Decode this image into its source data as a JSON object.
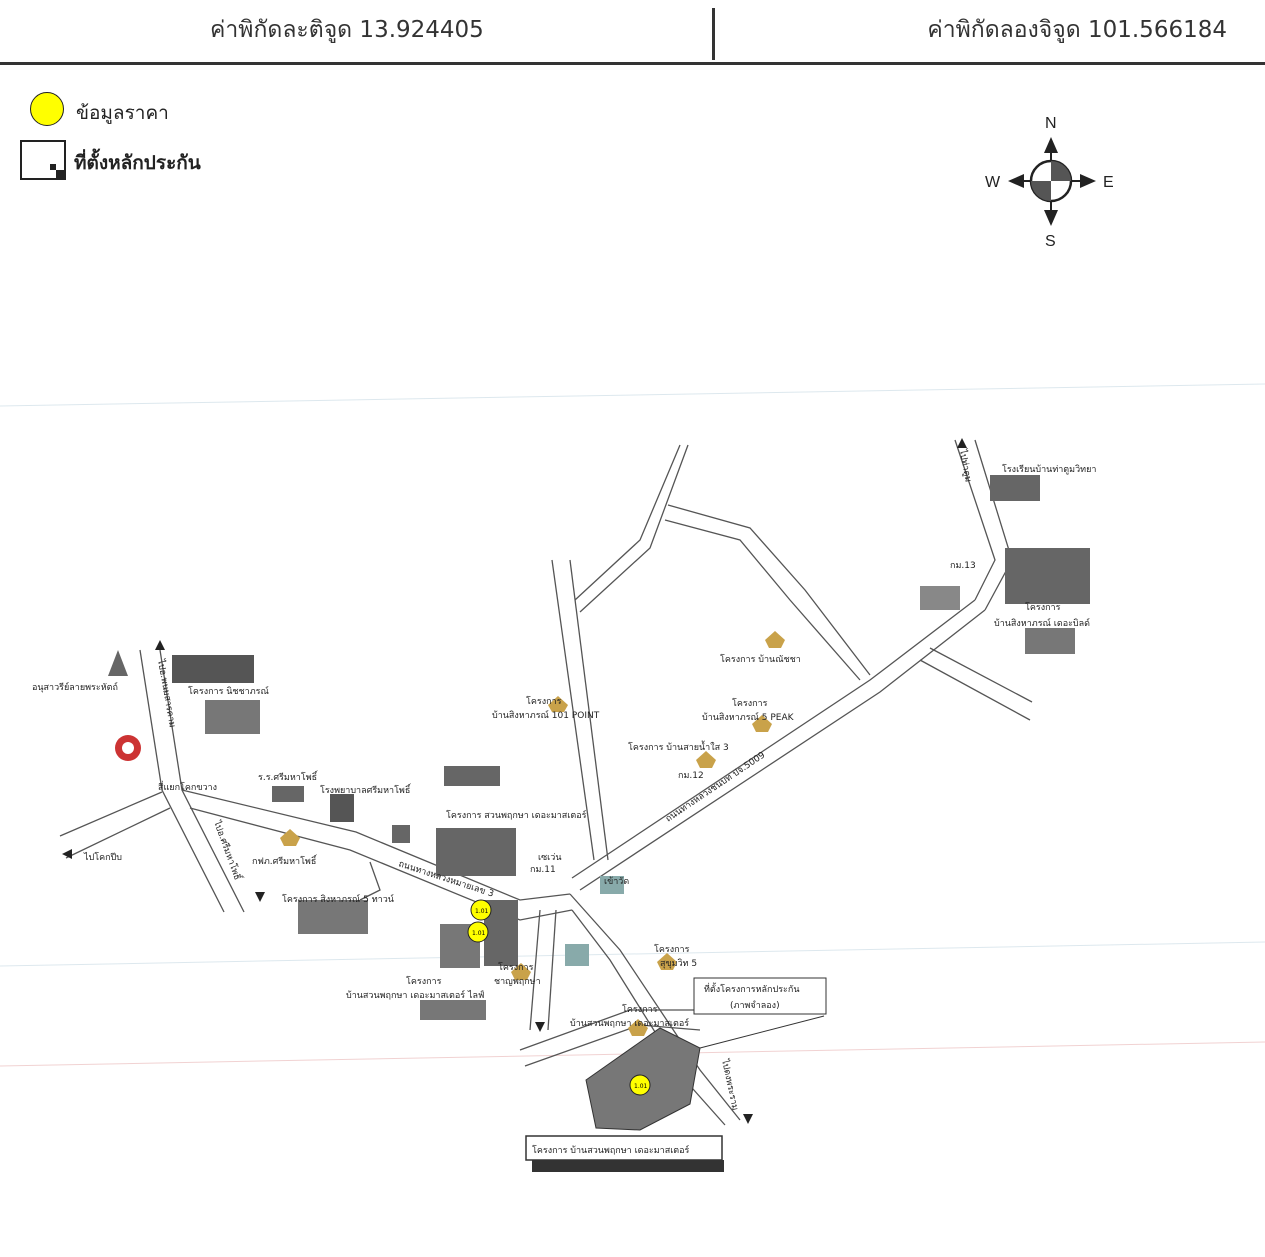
{
  "header": {
    "latitude_label": "ค่าพิกัดละติจูด 13.924405",
    "longitude_label": "ค่าพิกัดลองจิจูด 101.566184"
  },
  "legend": {
    "price_data": "ข้อมูลราคา",
    "collateral_location": "ที่ตั้งหลักประกัน"
  },
  "compass": {
    "n": "N",
    "s": "S",
    "e": "E",
    "w": "W"
  },
  "map": {
    "labels": {
      "monument": "อนุสาวรีย์ลายพระหัตถ์",
      "nittha_project": "โครงการ นิชชาภรณ์",
      "rangs": "ร.ร.ศรีมหาโพธิ์",
      "hospital": "โรงพยาบาลศรีมหาโพธิ์",
      "intersection": "สี่แยกโคกขวาง",
      "to_phanom": "ไปอ.พนมสารคาม",
      "to_kabin": "ไปโคกปีบ",
      "to_sri": "ไปอ.ศรีมหาโพธิ์",
      "police": "กฟภ.ศรีมหาโพธิ์",
      "siwa_5": "โครงการ สิงหาภรณ์ 5 ทาวน์",
      "suan_master_1": "โครงการ สวนพฤกษา เดอะมาสเตอร์",
      "highway_road": "ถนนทางหลวงหมายเลข 3",
      "suan_master_life_1": "โครงการ",
      "suan_master_life_2": "บ้านสวนพฤกษา เดอะมาสเตอร์ ไลฟ์",
      "chan_project_1": "โครงการ",
      "chan_project_2": "ชาญพฤกษา",
      "p101_1": "โครงการ",
      "p101_2": "บ้านสิงหาภรณ์ 101 POINT",
      "nichcha": "โครงการ บ้านณัชชา",
      "peak_1": "โครงการ",
      "peak_2": "บ้านสิงหาภรณ์ 5 PEAK",
      "sai_nam_sai": "โครงการ บ้านสายน้ำใส 3",
      "highway_5009": "ถนนทางหลวงชนบท ปจ.5009",
      "school": "โรงเรียนบ้านท่าตูมวิทยา",
      "banisorn_1": "โครงการ",
      "banisorn_2": "บ้านสิงหาภรณ์ เดอะบิลด์",
      "to_ta_tum": "ไปท่าตูม",
      "sukhumvit_5_1": "โครงการ",
      "sukhumvit_5_2": "สุขุมวิท 5",
      "suan_master_2": "โครงการ",
      "suan_master_2b": "บ้านสวนพฤกษา เดอะมาสเตอร์",
      "to_phongchao": "ไปดงพระราม",
      "collateral_callout_1": "ที่ตั้งโครงการหลักประกัน",
      "collateral_callout_2": "(ภาพจำลอง)",
      "project_caption": "โครงการ บ้านสวนพฤกษา เดอะมาสเตอร์",
      "seven_eleven": "เซเว่น",
      "hua_dong": "เข้าวัด",
      "to_phrom": "ไปโคกปีบ",
      "km_1": "กม.11",
      "km_2": "กม.12",
      "km_3": "กม.13",
      "marker": "1.01"
    }
  }
}
